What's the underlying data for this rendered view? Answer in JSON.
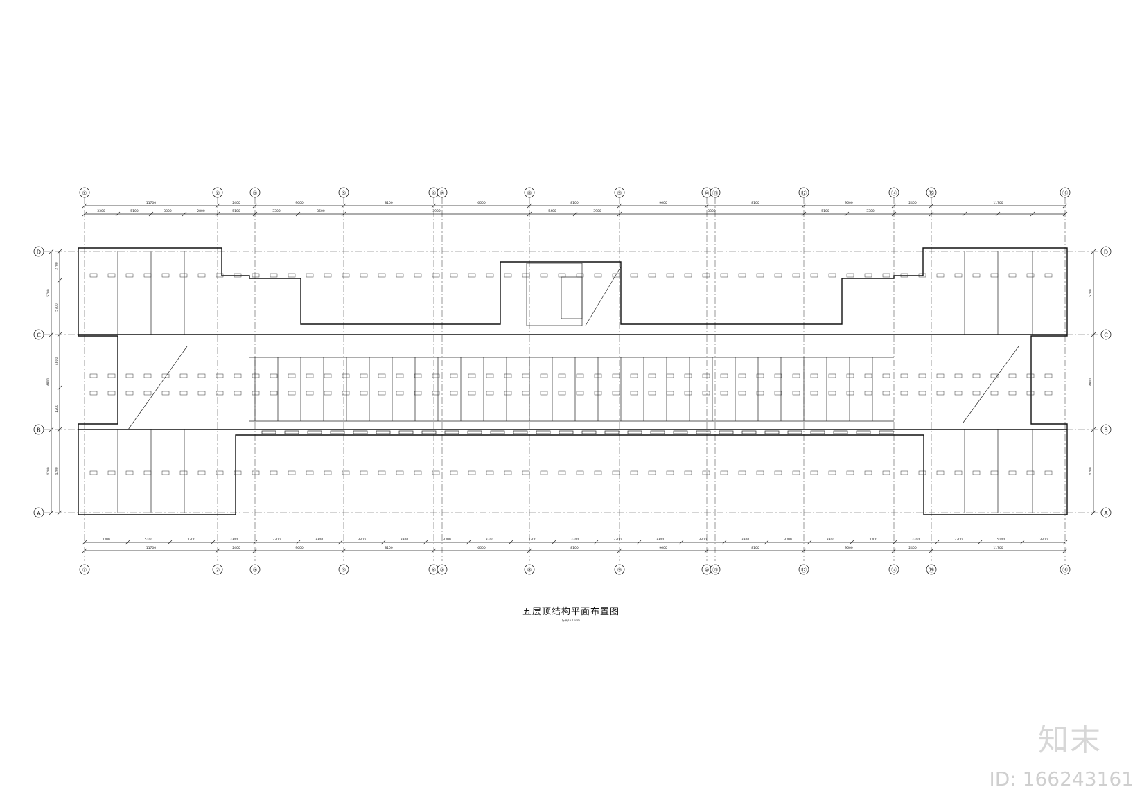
{
  "drawing": {
    "title": "五层顶结构平面布置图",
    "subtitle": "标高16.150m",
    "axis_numbers": [
      "①",
      "②",
      "③",
      "⑤",
      "⑥",
      "⑦",
      "⑧",
      "⑨",
      "⑩",
      "⑪",
      "⑫",
      "⑭",
      "⑮",
      "⑯"
    ],
    "axis_letters": [
      "D",
      "C",
      "B",
      "A"
    ],
    "top_overall_dims": [
      "11700",
      "2400",
      "9600",
      "8100",
      "6600",
      "8100",
      "9600",
      "8100",
      "9600",
      "2400",
      "11700"
    ],
    "top_detail_dims": [
      "3300",
      "5100",
      "3300",
      "2800",
      "5100",
      "3300",
      "3600",
      "3900",
      "5400",
      "3900",
      "3300",
      "5100",
      "3300"
    ],
    "bottom_detail_dims": [
      "3300",
      "5100",
      "3300",
      "3300",
      "3300",
      "3300",
      "3300",
      "3300",
      "3300",
      "3300",
      "3300",
      "3300",
      "3300",
      "3300",
      "3300",
      "3300",
      "3300",
      "3300",
      "3300",
      "3300",
      "3300",
      "5100",
      "3300"
    ],
    "left_dims": [
      "2700",
      "5700",
      "4800",
      "1200",
      "4200"
    ],
    "right_dims": [
      "5700",
      "4800",
      "4200"
    ],
    "colors": {
      "line": "#222222",
      "bg": "#ffffff",
      "watermark": "#d5d5d5"
    }
  },
  "watermark": {
    "logo": "知末",
    "id": "ID: 166243161"
  }
}
